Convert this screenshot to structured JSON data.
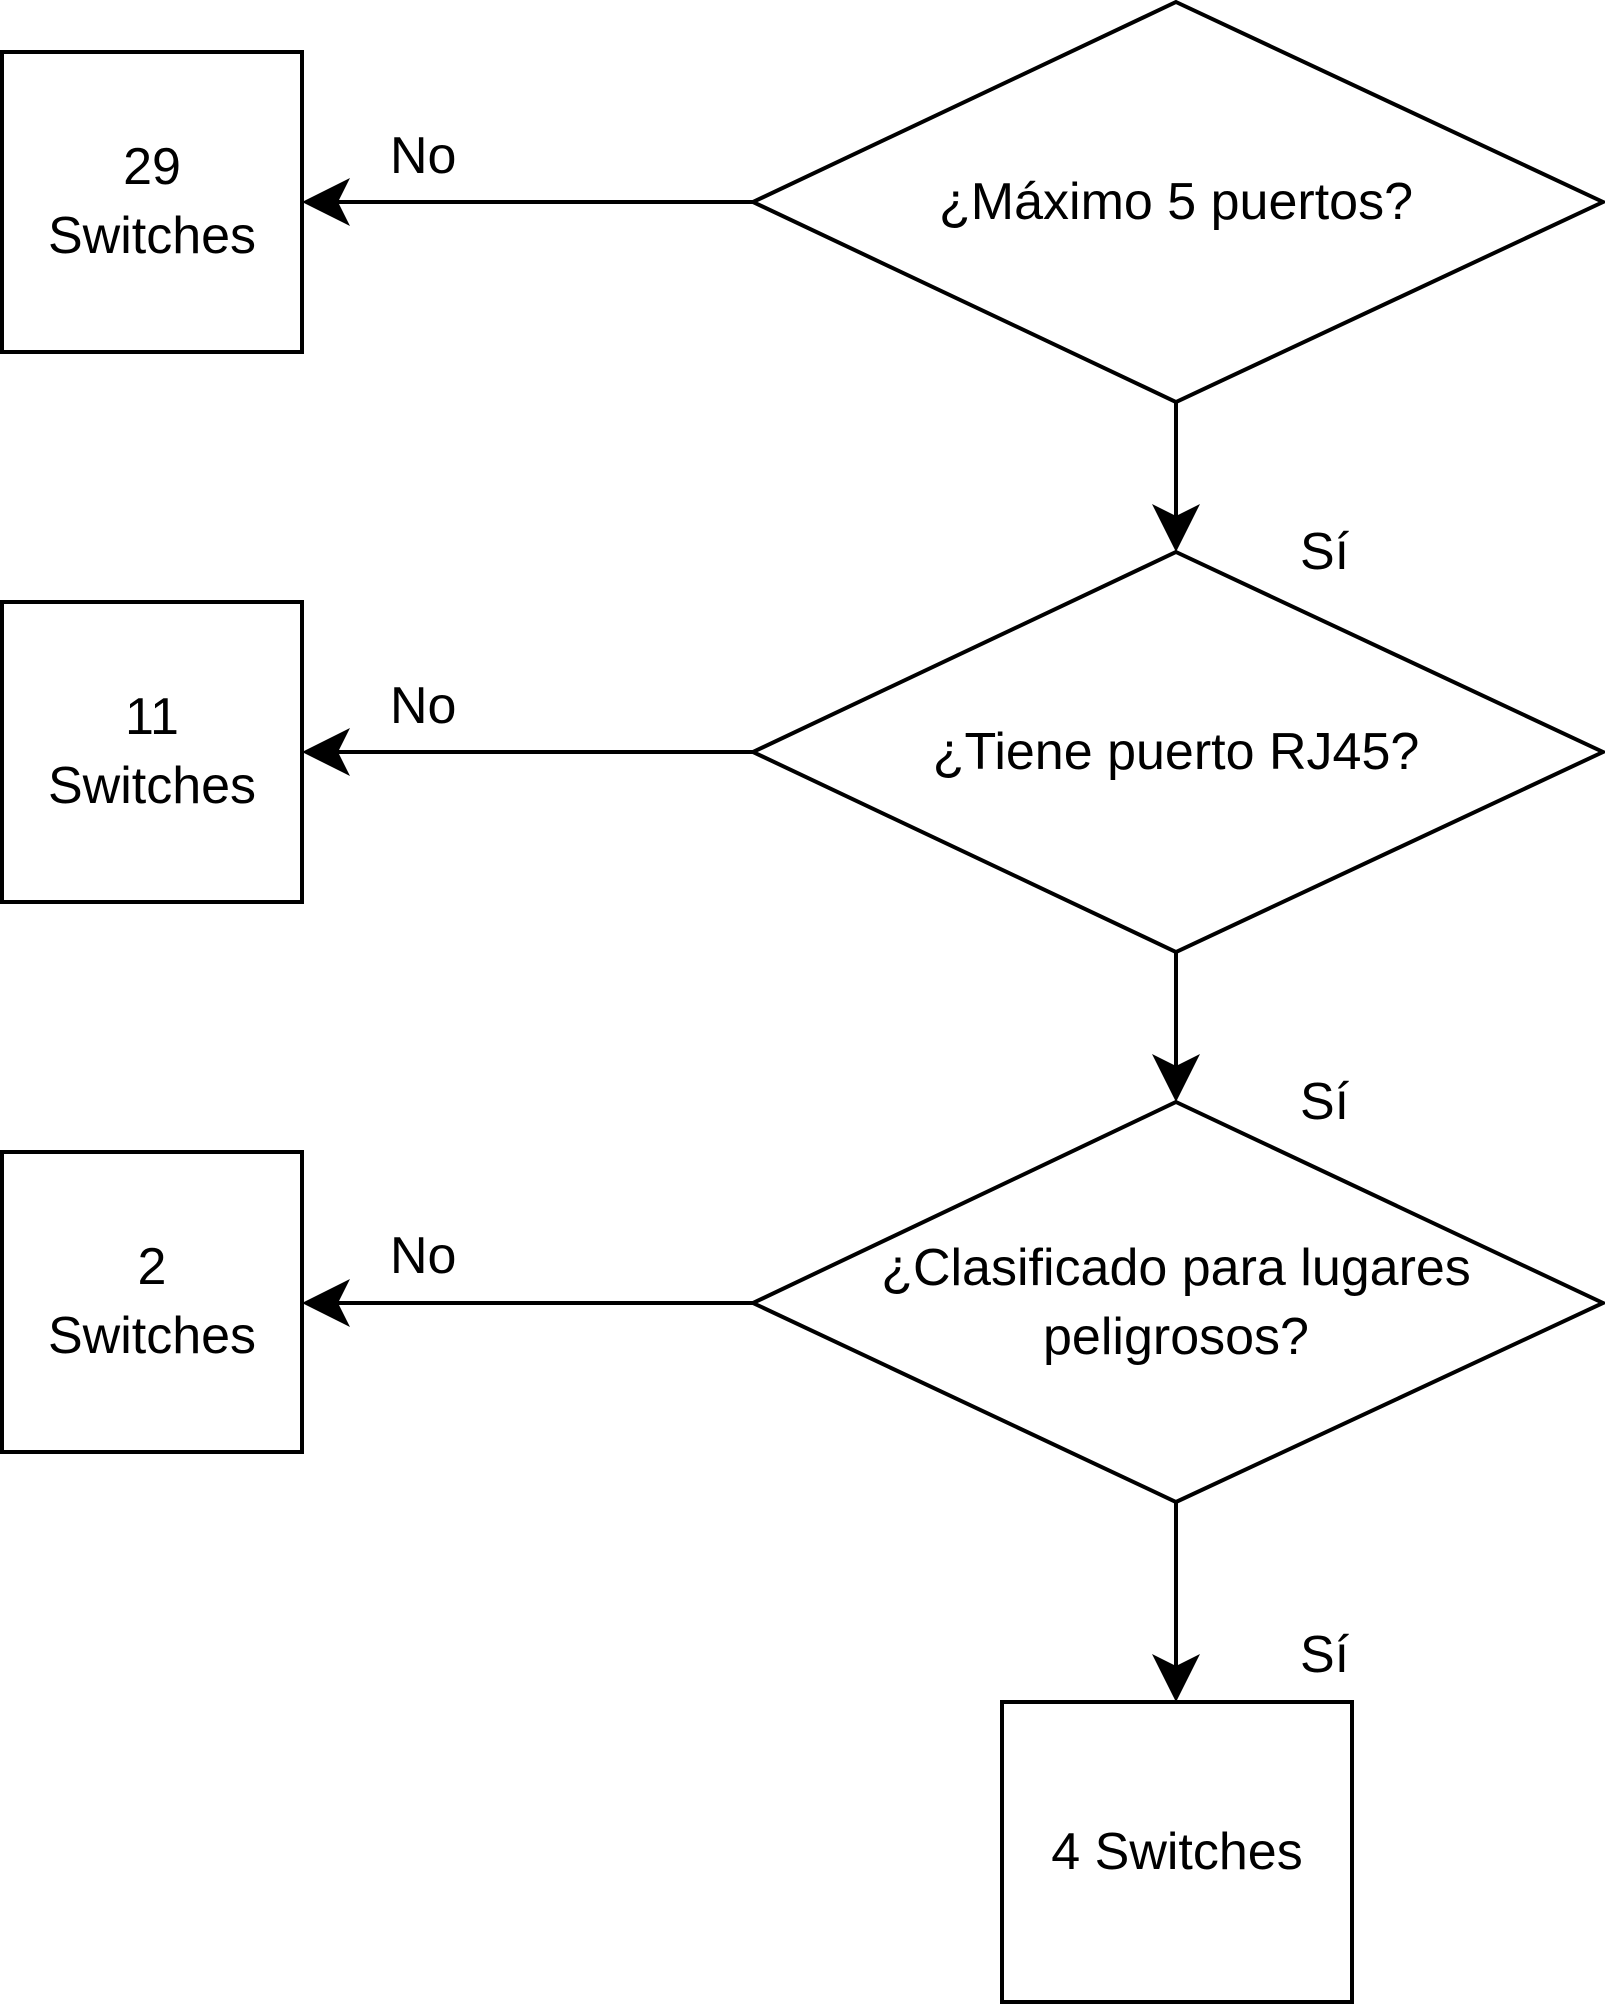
{
  "decisions": [
    {
      "id": "d1",
      "lines": [
        "¿Máximo 5 puertos?"
      ]
    },
    {
      "id": "d2",
      "lines": [
        "¿Tiene puerto RJ45?"
      ]
    },
    {
      "id": "d3",
      "lines": [
        "¿Clasificado para lugares",
        "peligrosos?"
      ]
    }
  ],
  "results": [
    {
      "id": "r1",
      "lines": [
        "29",
        "Switches"
      ]
    },
    {
      "id": "r2",
      "lines": [
        "11",
        "Switches"
      ]
    },
    {
      "id": "r3",
      "lines": [
        "2",
        "Switches"
      ]
    },
    {
      "id": "r4",
      "lines": [
        "4 Switches"
      ]
    }
  ],
  "labels": {
    "no_1": "No",
    "no_2": "No",
    "no_3": "No",
    "si_1": "Sí",
    "si_2": "Sí",
    "si_3": "Sí"
  }
}
